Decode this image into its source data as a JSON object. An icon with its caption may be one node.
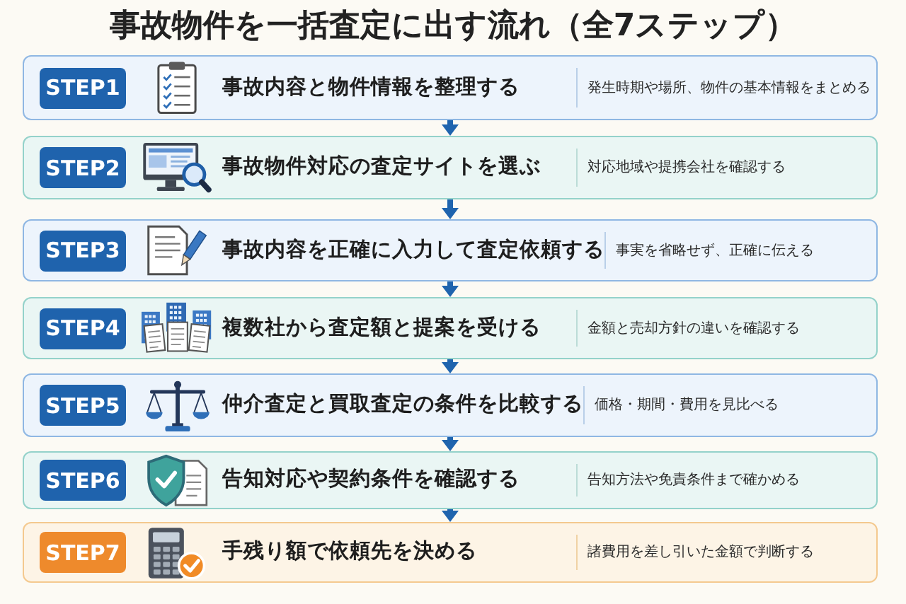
{
  "diagram": {
    "title": "事故物件を一括査定に出す流れ（全7ステップ）",
    "nodes": [
      {
        "text": [
          "事故内容と物件情報を整理する",
          "発生時期や場所、物件の基本情報をまとめる"
        ]
      },
      {
        "text": [
          "STEP1"
        ],
        "in": 0
      },
      {
        "text": [
          "事故物件対応の査定サイトを選ぶ",
          "対応地域や提携会社を確認する"
        ]
      },
      {
        "text": [
          "STEP2"
        ],
        "in": 2
      },
      {
        "text": [
          "事故内容を正確に入力して査定依頼する",
          "事実を省略せず、正確に伝える"
        ]
      },
      {
        "text": [
          "STEP3"
        ],
        "in": 4
      },
      {
        "text": [
          "複数社から査定額と提案を受ける",
          "金額と売却方針の違いを確認する"
        ]
      },
      {
        "text": [
          "STEP4"
        ],
        "in": 6
      },
      {
        "text": [
          "仲介査定と買取査定の条件を比較する",
          "価格・期間・費用を見比べる"
        ]
      },
      {
        "text": [
          "STEP5"
        ],
        "in": 8
      },
      {
        "text": [
          "告知対応や契約条件を確認する",
          "告知方法や免責条件まで確かめる"
        ]
      },
      {
        "text": [
          "STEP6"
        ],
        "in": 10
      },
      {
        "text": [
          "手残り額で依頼先を決める",
          "諸費用を差し引いた金額で判断する"
        ]
      },
      {
        "text": [
          "STEP7"
        ],
        "in": 12
      }
    ],
    "edges": [
      {
        "from": 0,
        "to": 2,
        "arrow": "to"
      },
      {
        "from": 2,
        "to": 4,
        "arrow": "to"
      },
      {
        "from": 4,
        "to": 6,
        "arrow": "to"
      },
      {
        "from": 6,
        "to": 8,
        "arrow": "to"
      },
      {
        "from": 8,
        "to": 10,
        "arrow": "to"
      },
      {
        "from": 10,
        "to": 12,
        "arrow": "to"
      }
    ]
  }
}
